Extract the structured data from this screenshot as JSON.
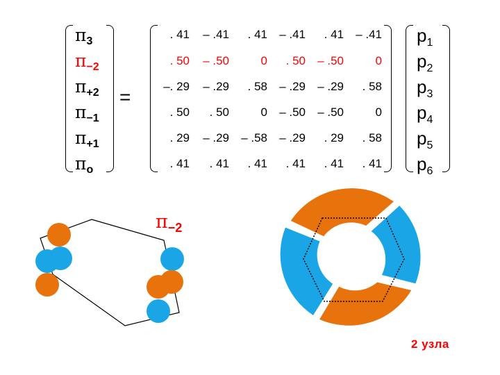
{
  "left_vector": [
    {
      "symbol": "π",
      "sub": "3",
      "color": "#000000"
    },
    {
      "symbol": "π",
      "sub": "−2",
      "color": "#ff0000"
    },
    {
      "symbol": "π",
      "sub": "+2",
      "color": "#000000"
    },
    {
      "symbol": "π",
      "sub": "−1",
      "color": "#000000"
    },
    {
      "symbol": "π",
      "sub": "+1",
      "color": "#000000"
    },
    {
      "symbol": "π",
      "sub": "o",
      "color": "#000000"
    }
  ],
  "equals": "=",
  "matrix": [
    [
      ". 41",
      "– .41",
      ". 41",
      "– .41",
      ". 41",
      "– .41"
    ],
    [
      ". 50",
      "– .50",
      "0",
      ". 50",
      "– .50",
      "0"
    ],
    [
      "–. 29",
      "– .29",
      ". 58",
      "– .29",
      "– .29",
      ". 58"
    ],
    [
      ". 50",
      ". 50",
      "0",
      "– .50",
      "– .50",
      "0"
    ],
    [
      ". 29",
      "– .29",
      "– .58",
      "– .29",
      ". 29",
      ". 58"
    ],
    [
      ". 41",
      ". 41",
      ". 41",
      ". 41",
      ". 41",
      ". 41"
    ]
  ],
  "matrix_row_colors": [
    "#000000",
    "#ff0000",
    "#000000",
    "#000000",
    "#000000",
    "#000000"
  ],
  "right_vector": [
    {
      "symbol": "p",
      "sub": "1"
    },
    {
      "symbol": "p",
      "sub": "2"
    },
    {
      "symbol": "p",
      "sub": "3"
    },
    {
      "symbol": "p",
      "sub": "4"
    },
    {
      "symbol": "p",
      "sub": "5"
    },
    {
      "symbol": "p",
      "sub": "6"
    }
  ],
  "orbital_label": {
    "symbol": "π",
    "sub": "−2"
  },
  "node_caption": "2 узла",
  "colors": {
    "orange": "#e8720c",
    "blue": "#1aa6e6",
    "red_text": "#ff0000"
  }
}
